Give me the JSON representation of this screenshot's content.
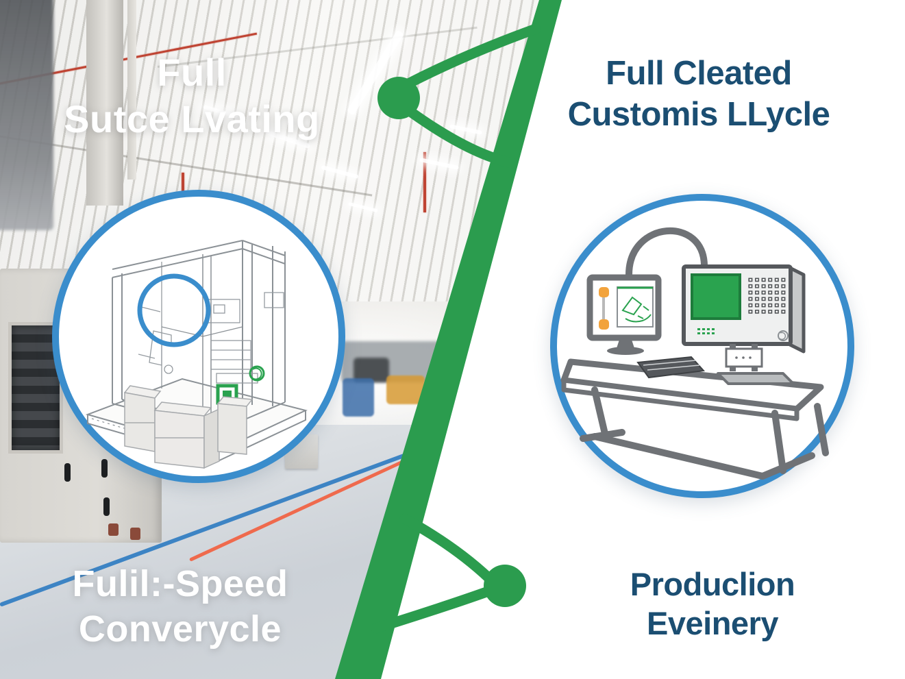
{
  "left_panel": {
    "heading_line1": "Full",
    "heading_line2": "Sutce Lvating",
    "caption_line1": "Fulil:-Speed",
    "caption_line2": "Converycle"
  },
  "right_panel": {
    "heading_line1": "Full Cleated",
    "heading_line2": "Customis LLycle",
    "caption_line1": "Produclion",
    "caption_line2": "Eveinery"
  },
  "colors": {
    "green": "#2b9c4e",
    "ring_blue": "#3a8dcc",
    "navy": "#1b4e72",
    "white_text": "#ffffff",
    "screen_green": "#2aa34f",
    "accent_green": "#2aa24f",
    "tool_orange": "#f2a33c",
    "floor_line_blue": "#3d84c4",
    "floor_line_orange": "#ef6a4d",
    "pipe_red": "#bf4433"
  },
  "illustrations": {
    "left_badge": "machine-enclosure-blueprint",
    "right_badge": "inspection-workstation"
  }
}
